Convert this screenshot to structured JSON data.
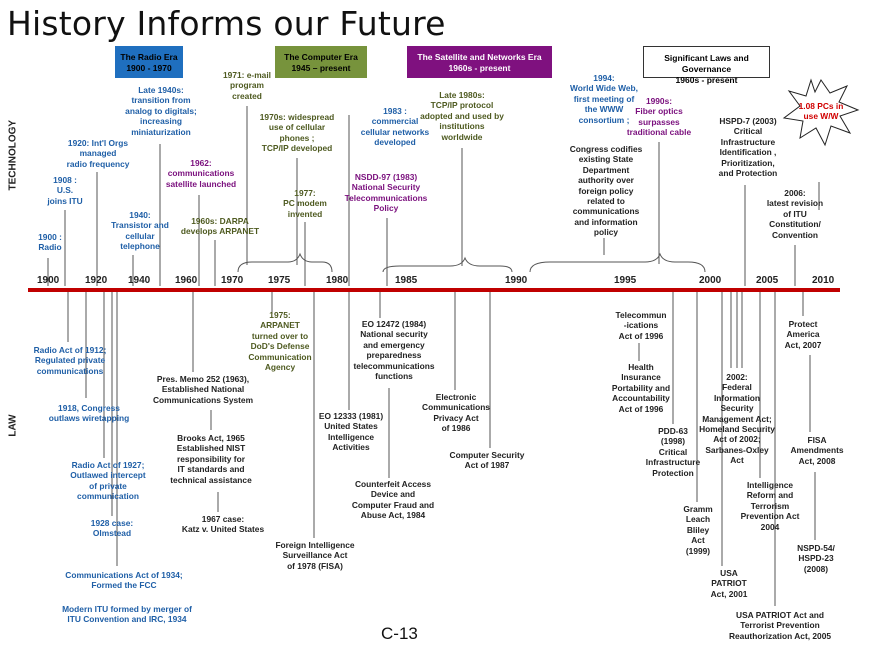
{
  "title": "History Informs our Future",
  "footer": "C-13",
  "side_labels": {
    "top": "TECHNOLOGY",
    "bottom": "LAW"
  },
  "eras": [
    {
      "label": "The Radio Era\n1900 - 1970",
      "bg": "#1f6fbf",
      "fg": "#000000"
    },
    {
      "label": "The Computer Era\n1945 – present",
      "bg": "#77933c",
      "fg": "#000000"
    },
    {
      "label": "The Satellite and Networks Era\n1960s - present",
      "bg": "#7f117f",
      "fg": "#ffffff"
    },
    {
      "label": "Significant Laws and Governance\n1960s - present",
      "bg": "#ffffff",
      "fg": "#000000"
    }
  ],
  "burst_label": "1.08 PCs in\nuse W/W",
  "ticks": [
    "1900",
    "1920",
    "1940",
    "1960",
    "1970",
    "1975",
    "1980",
    "1985",
    "1990",
    "1995",
    "2000",
    "2005",
    "2010"
  ],
  "tech_events": [
    "1900 :\nRadio",
    "1908 :\nU.S.\njoins ITU",
    "1920: Int'l Orgs\nmanaged\nradio frequency",
    "1940:\nTransistor and\ncellular\ntelephone",
    "Late 1940s:\ntransition from\nanalog to digitals;\nincreasing\nminiaturization",
    "1962:\ncommunications\nsatellite launched",
    "1960s: DARPA\ndevelops ARPANET",
    "1971: e-mail\nprogram\ncreated",
    "1970s: widespread\nuse of cellular\nphones ;\nTCP/IP developed",
    "1977:\nPC modem\ninvented",
    "1983 :\ncommercial\ncellular networks\ndeveloped",
    "NSDD-97 (1983)\nNational Security\nTelecommunications\nPolicy",
    "Late 1980s:\nTCP/IP protocol\nadopted and used by\ninstitutions\nworldwide",
    "1994:\nWorld Wide Web,\nfirst meeting of\nthe WWW\nconsortium ;",
    "1990s:\nFiber optics\nsurpasses\ntraditional cable",
    "Congress codifies\nexisting State\nDepartment\nauthority over\nforeign policy\nrelated to\ncommunications\nand information\npolicy",
    "HSPD-7 (2003)\nCritical\nInfrastructure\nIdentification ,\nPrioritization,\nand Protection",
    "2006:\nlatest revision\nof ITU\nConstitution/\nConvention"
  ],
  "law_events": [
    "Radio Act of 1912;\nRegulated private\ncommunications",
    "1918, Congress\noutlaws wiretapping",
    "Radio Act of 1927;\nOutlawed intercept\nof private\ncommunication",
    "1928 case:\nOlmstead",
    "Communications Act of 1934;\nFormed the FCC",
    "Modern ITU formed by merger of\nITU Convention and IRC, 1934",
    "Pres. Memo 252 (1963),\nEstablished National\nCommunications System",
    "Brooks Act, 1965\nEstablished NIST\nresponsibility for\nIT standards and\ntechnical assistance",
    "1967 case:\nKatz v.  United States",
    "1975:\nARPANET\nturned over to\nDoD's Defense\nCommunication\nAgency",
    "Foreign Intelligence\nSurveillance Act\nof 1978  (FISA)",
    "EO 12333 (1981)\nUnited States\nIntelligence\nActivities",
    "EO 12472 (1984)\nNational security\nand emergency\npreparedness\ntelecommunications\nfunctions",
    "Counterfeit Access\nDevice and\nComputer Fraud and\nAbuse Act, 1984",
    "Electronic\nCommunications\nPrivacy Act\nof 1986",
    "Computer Security\nAct of 1987",
    "Telecommun\n-ications\nAct of 1996",
    "Health\nInsurance\nPortability and\nAccountability\nAct of 1996",
    "PDD-63\n(1998)\nCritical\nInfrastructure\nProtection",
    "Gramm\nLeach\nBliley\nAct\n(1999)",
    "USA\nPATRIOT\nAct, 2001",
    "2002:\nFederal\nInformation\nSecurity\nManagement Act;\nHomeland Security\nAct of 2002;\nSarbanes-Oxley\nAct",
    "Intelligence\nReform and\nTerrorism\nPrevention Act\n2004",
    "USA PATRIOT Act and\nTerrorist Prevention\nReauthorization Act, 2005",
    "Protect\nAmerica\nAct, 2007",
    "FISA\nAmendments\nAct,  2008",
    "NSPD-54/\nHSPD-23\n(2008)"
  ]
}
